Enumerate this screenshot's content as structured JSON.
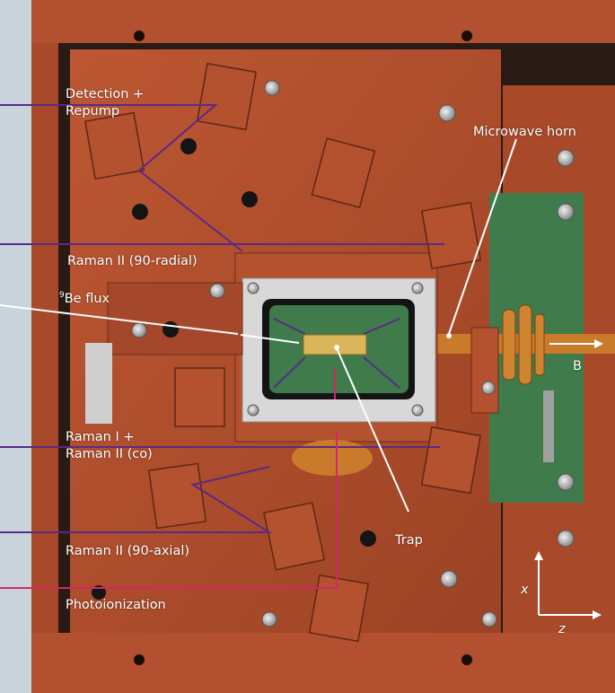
{
  "labels": {
    "detection_repump": [
      "Detection +",
      "Repump"
    ],
    "microwave_horn": "Microwave horn",
    "raman_ii_90_radial": "Raman II (90-radial)",
    "be_flux_sup": "9",
    "be_flux": "Be flux",
    "raman_i_raman_ii_co": [
      "Raman I +",
      "Raman II (co)"
    ],
    "trap": "Trap",
    "raman_ii_90_axial": "Raman II (90-axial)",
    "photoionization": "Photoionization",
    "b_field": "B",
    "axis_x": "x",
    "axis_z": "z"
  },
  "colors": {
    "copper": "#b4512f",
    "copper_dark": "#8e3b20",
    "beam_purple": "#5b2a86",
    "beam_pink": "#d6246e",
    "pcb_green": "#3f7b4b",
    "background": "#c9d3dc"
  }
}
